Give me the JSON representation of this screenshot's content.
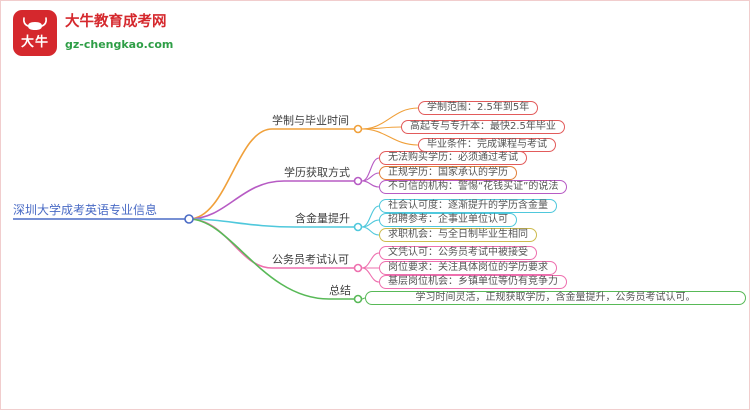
{
  "frame_color": "#f1cdcd",
  "logo": {
    "badge_label": "大牛",
    "brand": "大牛教育成考网",
    "domain": "gz-chengkao.com",
    "badge_color": "#d5282d",
    "brand_color": "#d5282d",
    "domain_color": "#2e9e46"
  },
  "root": {
    "label": "深圳大学成考英语专业信息",
    "color": "#4a6bc5"
  },
  "branches": [
    {
      "label": "学制与毕业时间",
      "color": "#f0a03a",
      "leaves": [
        {
          "text": "学制范围：2.5年到5年",
          "color": "#e25b5b"
        },
        {
          "text": "高起专与专升本：最快2.5年毕业",
          "color": "#e25b5b"
        },
        {
          "text": "毕业条件：完成课程与考试",
          "color": "#e25b5b"
        }
      ]
    },
    {
      "label": "学历获取方式",
      "color": "#b75bc4",
      "leaves": [
        {
          "text": "无法购买学历：必须通过考试",
          "color": "#e25b5b"
        },
        {
          "text": "正规学历：国家承认的学历",
          "color": "#e2803a"
        },
        {
          "text": "不可信的机构：警惕“花钱买证”的说法",
          "color": "#b75bc4"
        }
      ]
    },
    {
      "label": "含金量提升",
      "color": "#4fc8dc",
      "leaves": [
        {
          "text": "社会认可度：逐渐提升的学历含金量",
          "color": "#4fc8dc"
        },
        {
          "text": "招聘参考：企事业单位认可",
          "color": "#4fc8dc"
        },
        {
          "text": "求职机会：与全日制毕业生相同",
          "color": "#cdbb4e"
        }
      ]
    },
    {
      "label": "公务员考试认可",
      "color": "#ee6fae",
      "leaves": [
        {
          "text": "文凭认可：公务员考试中被接受",
          "color": "#ee6fae"
        },
        {
          "text": "岗位要求：关注具体岗位的学历要求",
          "color": "#ee6fae"
        },
        {
          "text": "基层岗位机会：乡镇单位等仍有竞争力",
          "color": "#ee6fae"
        }
      ]
    },
    {
      "label": "总结",
      "color": "#58b957",
      "leaves": [
        {
          "text": "学习时间灵活，正规获取学历，含金量提升，公务员考试认可。",
          "color": "#58b957"
        }
      ]
    }
  ]
}
